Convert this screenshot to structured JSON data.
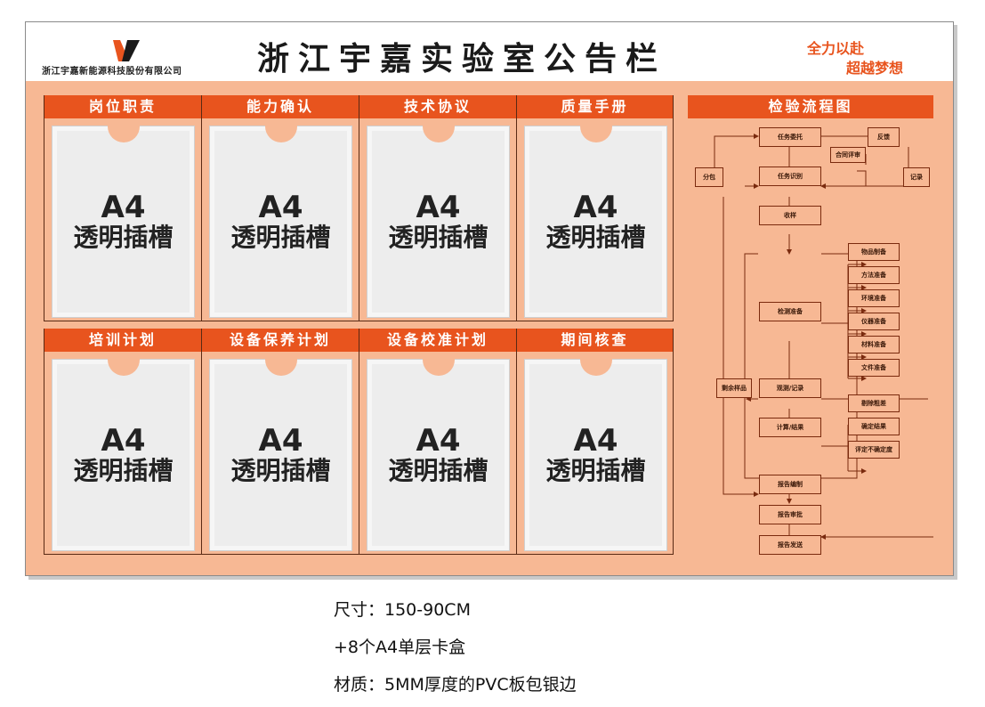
{
  "header": {
    "company": "浙江宇嘉新能源科技股份有限公司",
    "title": "浙江宇嘉实验室公告栏",
    "slogan_line1": "全力以赴",
    "slogan_line2": "超越梦想",
    "logo_icon": "yj-logo-icon",
    "accent_color": "#e8541e"
  },
  "slots": [
    {
      "title": "岗位职责",
      "line1": "A4",
      "line2": "透明插槽"
    },
    {
      "title": "能力确认",
      "line1": "A4",
      "line2": "透明插槽"
    },
    {
      "title": "技术协议",
      "line1": "A4",
      "line2": "透明插槽"
    },
    {
      "title": "质量手册",
      "line1": "A4",
      "line2": "透明插槽"
    },
    {
      "title": "培训计划",
      "line1": "A4",
      "line2": "透明插槽"
    },
    {
      "title": "设备保养计划",
      "line1": "A4",
      "line2": "透明插槽"
    },
    {
      "title": "设备校准计划",
      "line1": "A4",
      "line2": "透明插槽"
    },
    {
      "title": "期间核查",
      "line1": "A4",
      "line2": "透明插槽"
    }
  ],
  "flow": {
    "title": "检验流程图",
    "nodes": {
      "task_commission": "任务委托",
      "feedback": "反馈",
      "contract_review": "合同评审",
      "subcontract": "分包",
      "task_identify": "任务识别",
      "record": "记录",
      "receive_sample": "收样",
      "test_prep": "检测准备",
      "item_prep": "物品制备",
      "method_prep": "方法准备",
      "env_prep": "环境准备",
      "instrument_prep": "仪器准备",
      "material_prep": "材料准备",
      "document_prep": "文件准备",
      "remaining_sample": "剩余样品",
      "observe_record": "观测/记录",
      "calc_result": "计算/结果",
      "remove_error": "剔除粗差",
      "determine_result": "确定结果",
      "eval_uncertainty": "评定不确定度",
      "report_prepare": "报告编制",
      "report_approve": "报告审批",
      "report_send": "报告发送"
    }
  },
  "captions": {
    "size": "尺寸：150-90CM",
    "boxes": "+8个A4单层卡盒",
    "material": "材质：5MM厚度的PVC板包银边"
  }
}
